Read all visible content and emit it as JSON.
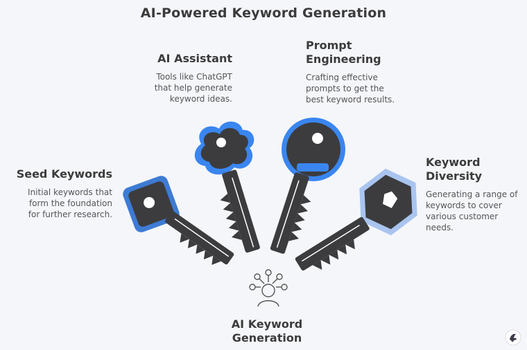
{
  "title": "AI-Powered Keyword Generation",
  "sections": {
    "seed": {
      "heading": "Seed Keywords",
      "lines": [
        "Initial keywords that",
        "form the foundation",
        "for further research."
      ]
    },
    "assistant": {
      "heading": "AI Assistant",
      "lines": [
        "Tools like ChatGPT",
        "that help generate",
        "keyword ideas."
      ]
    },
    "prompt": {
      "heading_lines": [
        "Prompt",
        "Engineering"
      ],
      "lines": [
        "Crafting effective",
        "prompts to get the",
        "best keyword results."
      ]
    },
    "diversity": {
      "heading_lines": [
        "Keyword",
        "Diversity"
      ],
      "lines": [
        "Generating a range of",
        "keywords to cover",
        "various customer",
        "needs."
      ]
    },
    "center": {
      "heading_lines": [
        "AI Keyword",
        "Generation"
      ]
    }
  },
  "colors": {
    "key_fill": "#3c3c3e",
    "accent_dark_blue": "#3e7bd4",
    "accent_blue": "#3a86f0",
    "accent_light_blue": "#a9c4ef",
    "background": "#f5f6fa"
  },
  "icons": {
    "center": "person-network-icon",
    "logo": "napkin-logo-icon"
  }
}
